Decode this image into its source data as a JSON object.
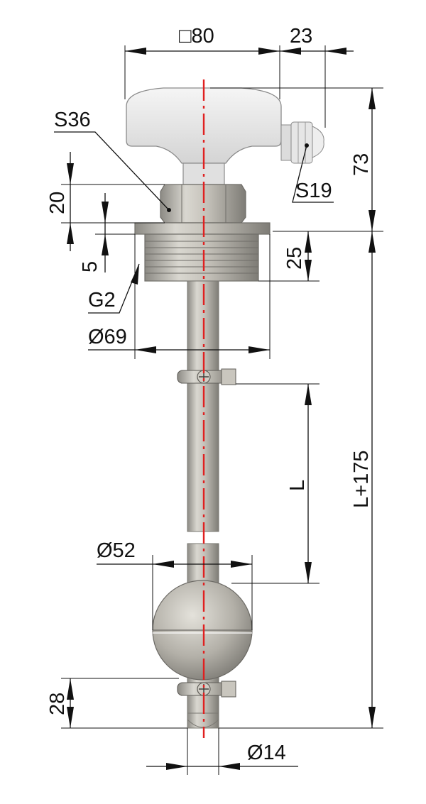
{
  "labels": {
    "square_80": "□80",
    "d23": "23",
    "d73": "73",
    "s36": "S36",
    "s19": "S19",
    "d20": "20",
    "d5": "5",
    "d25": "25",
    "g2": "G2",
    "dia69": "Ø69",
    "l": "L",
    "l175": "L+175",
    "dia52": "Ø52",
    "d28": "28",
    "dia14": "Ø14"
  },
  "colors": {
    "centerline": "#e02020",
    "steel": "#b8b5ad",
    "housing": "#e8e8e8"
  }
}
